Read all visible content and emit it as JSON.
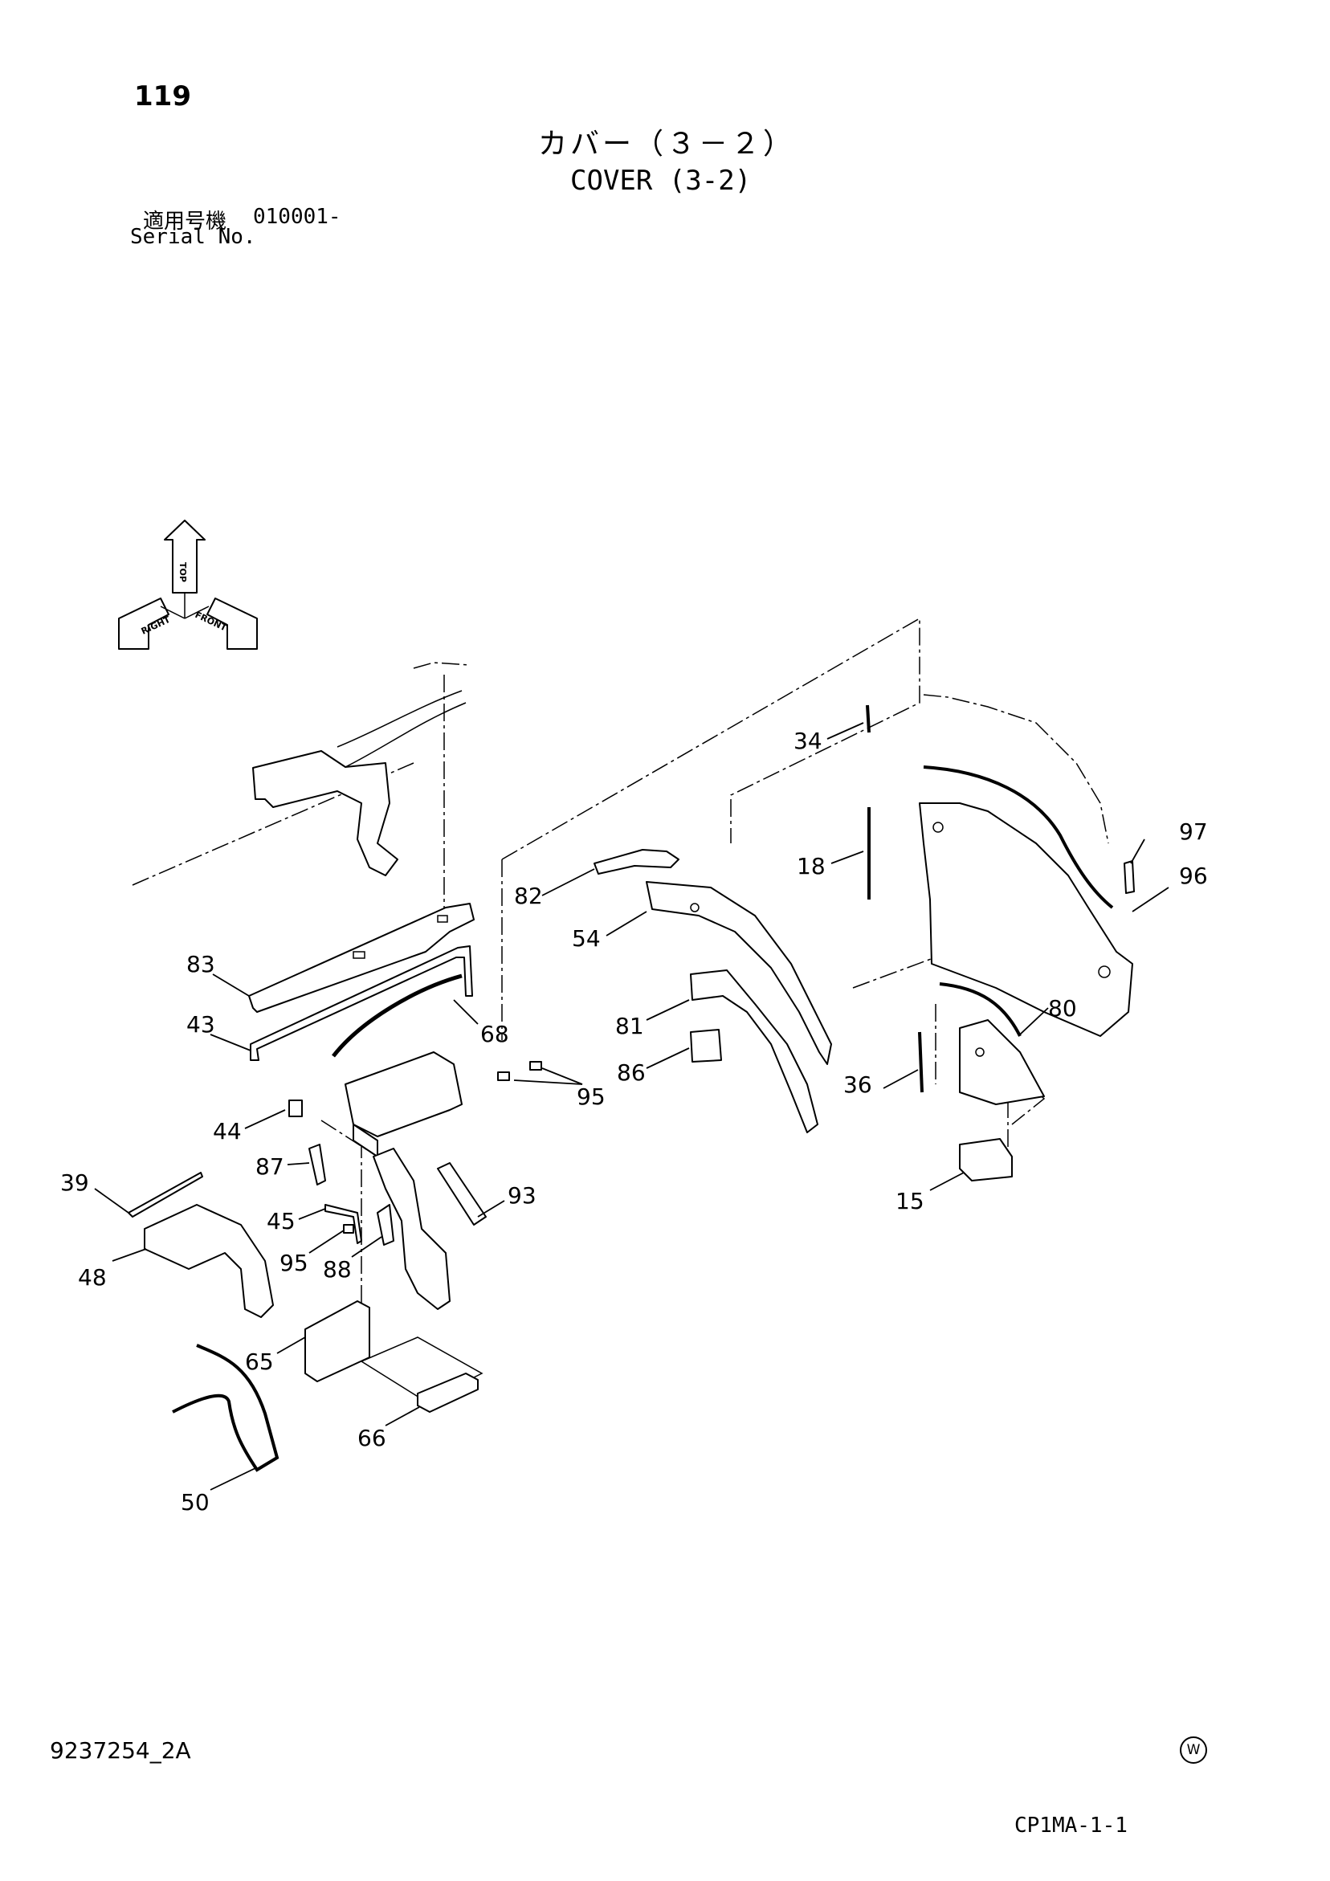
{
  "header": {
    "page_number": "119",
    "title_jp": "カバー（３－２）",
    "title_en": "COVER (3-2)",
    "serial_label_jp": "適用号機",
    "serial_code": "010001-",
    "serial_label_en": "Serial No."
  },
  "orientation": {
    "top": "TOP",
    "right": "RIGHT",
    "front": "FRONT"
  },
  "callouts": {
    "c34": "34",
    "c97": "97",
    "c96": "96",
    "c18": "18",
    "c82": "82",
    "c54": "54",
    "c83": "83",
    "c43": "43",
    "c68": "68",
    "c81": "81",
    "c80": "80",
    "c86": "86",
    "c95a": "95",
    "c36": "36",
    "c44": "44",
    "c87": "87",
    "c39": "39",
    "c93": "93",
    "c15": "15",
    "c45": "45",
    "c48": "48",
    "c95b": "95",
    "c88": "88",
    "c65": "65",
    "c66": "66",
    "c50": "50"
  },
  "footer": {
    "doc_number": "9237254_2A",
    "mark": "W",
    "ref_code": "CP1MA-1-1"
  }
}
